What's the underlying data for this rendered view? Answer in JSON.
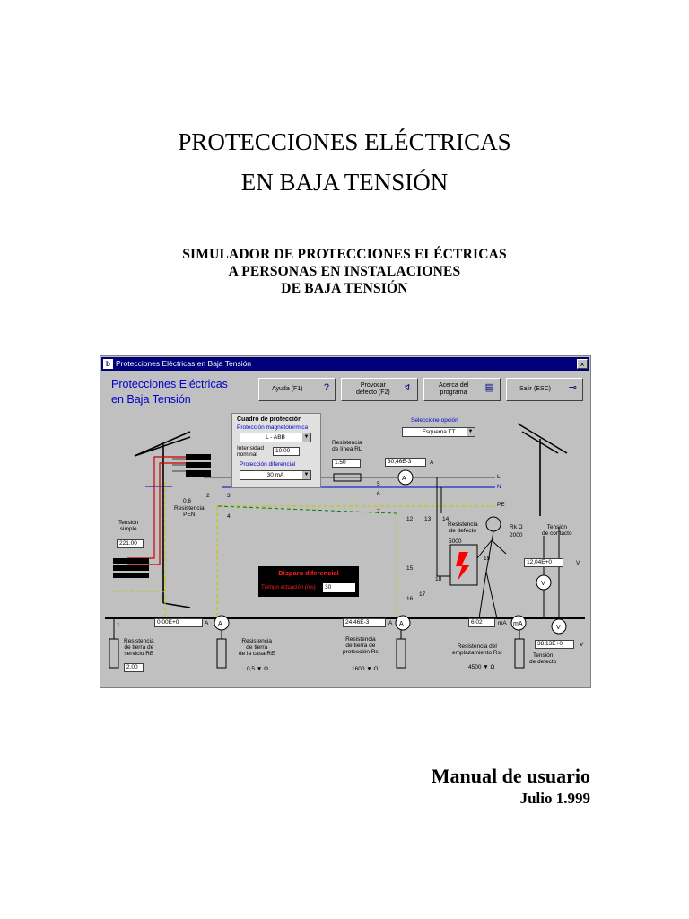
{
  "document": {
    "title_line1": "PROTECCIONES ELÉCTRICAS",
    "title_line2": "EN BAJA TENSIÓN",
    "subtitle_line1": "SIMULADOR DE PROTECCIONES ELÉCTRICAS",
    "subtitle_line2": "A PERSONAS EN INSTALACIONES",
    "subtitle_line3": "DE BAJA TENSIÓN",
    "footer_title": "Manual de usuario",
    "footer_date": "Julio 1.999"
  },
  "window": {
    "title": "Protecciones Eléctricas en Baja Tensión",
    "close_label": "×",
    "app_title_line1": "Protecciones Eléctricas",
    "app_title_line2": "en Baja Tensión",
    "toolbar": {
      "help_label": "Ayuda (F1)",
      "help_icon": "?",
      "fault_label_1": "Provocar",
      "fault_label_2": "defecto (F2)",
      "fault_icon": "↯",
      "about_label_1": "Acerca del",
      "about_label_2": "programa",
      "about_icon": "▤",
      "exit_label": "Salir (ESC)",
      "exit_icon": "⊸"
    },
    "panel": {
      "title": "Cuadro de protección",
      "magneto_label": "Protección magnetotérmica",
      "magneto_value": "L - ABB",
      "intensity_label_1": "Intensidad",
      "intensity_label_2": "nominal",
      "intensity_value": "10.00",
      "diff_label": "Protección diferencial",
      "diff_value": "30 mA"
    },
    "option": {
      "label": "Seleccione opción",
      "value": "Esquema TT"
    },
    "labels": {
      "rl_1": "Resistencia",
      "rl_2": "de línea RL",
      "rl_value": "1.50",
      "line_current": "30,46E-3",
      "amp_unit": "A",
      "L": "L",
      "N": "N",
      "PE": "PE",
      "pen_1": "0,6",
      "pen_2": "Resistencia",
      "pen_3": "PEN",
      "tension_1": "Tensión",
      "tension_2": "simple",
      "tension_value": "221.00",
      "rd_1": "Resistencia",
      "rd_2": "de defecto",
      "rd_value": "5000",
      "rk": "Rk Ω",
      "rk_value": "2000",
      "contact_1": "Tensión",
      "contact_2": "de contacto",
      "contact_value": "12,04E+0",
      "v_unit": "V",
      "n1": "1",
      "n2": "2",
      "n3": "3",
      "n4": "4",
      "n5": "5",
      "n6": "6",
      "n7": "7",
      "n12": "12",
      "n13": "13",
      "n14": "14",
      "n15": "15",
      "n16": "16",
      "n17": "17",
      "n18": "18",
      "n19": "19",
      "i1": "0,00E+0",
      "i2": "24,46E-3",
      "i3": "6.02",
      "ma_unit": "mA",
      "fault_v": "38,13E+0",
      "rb_1": "Resistencia",
      "rb_2": "de tierra de",
      "rb_3": "servicio RB",
      "rb_value": "2.00",
      "re_1": "Resistencia",
      "re_2": "de tierra",
      "re_3": "de la casa RE",
      "re_value": "0,5",
      "rs_1": "Resistencia",
      "rs_2": "de tierra de",
      "rs_3": "protección Rs",
      "rs_value": "1600",
      "rst_1": "Resistencia del",
      "rst_2": "emplazamiento Rst",
      "rst_value": "4500",
      "tdef_1": "Tensión",
      "tdef_2": "de defecto",
      "ohm": "Ω"
    },
    "disparo": {
      "title": "Disparo diferencial",
      "time_label": "Tiempo actuación (ms)",
      "time_value": "30"
    }
  }
}
